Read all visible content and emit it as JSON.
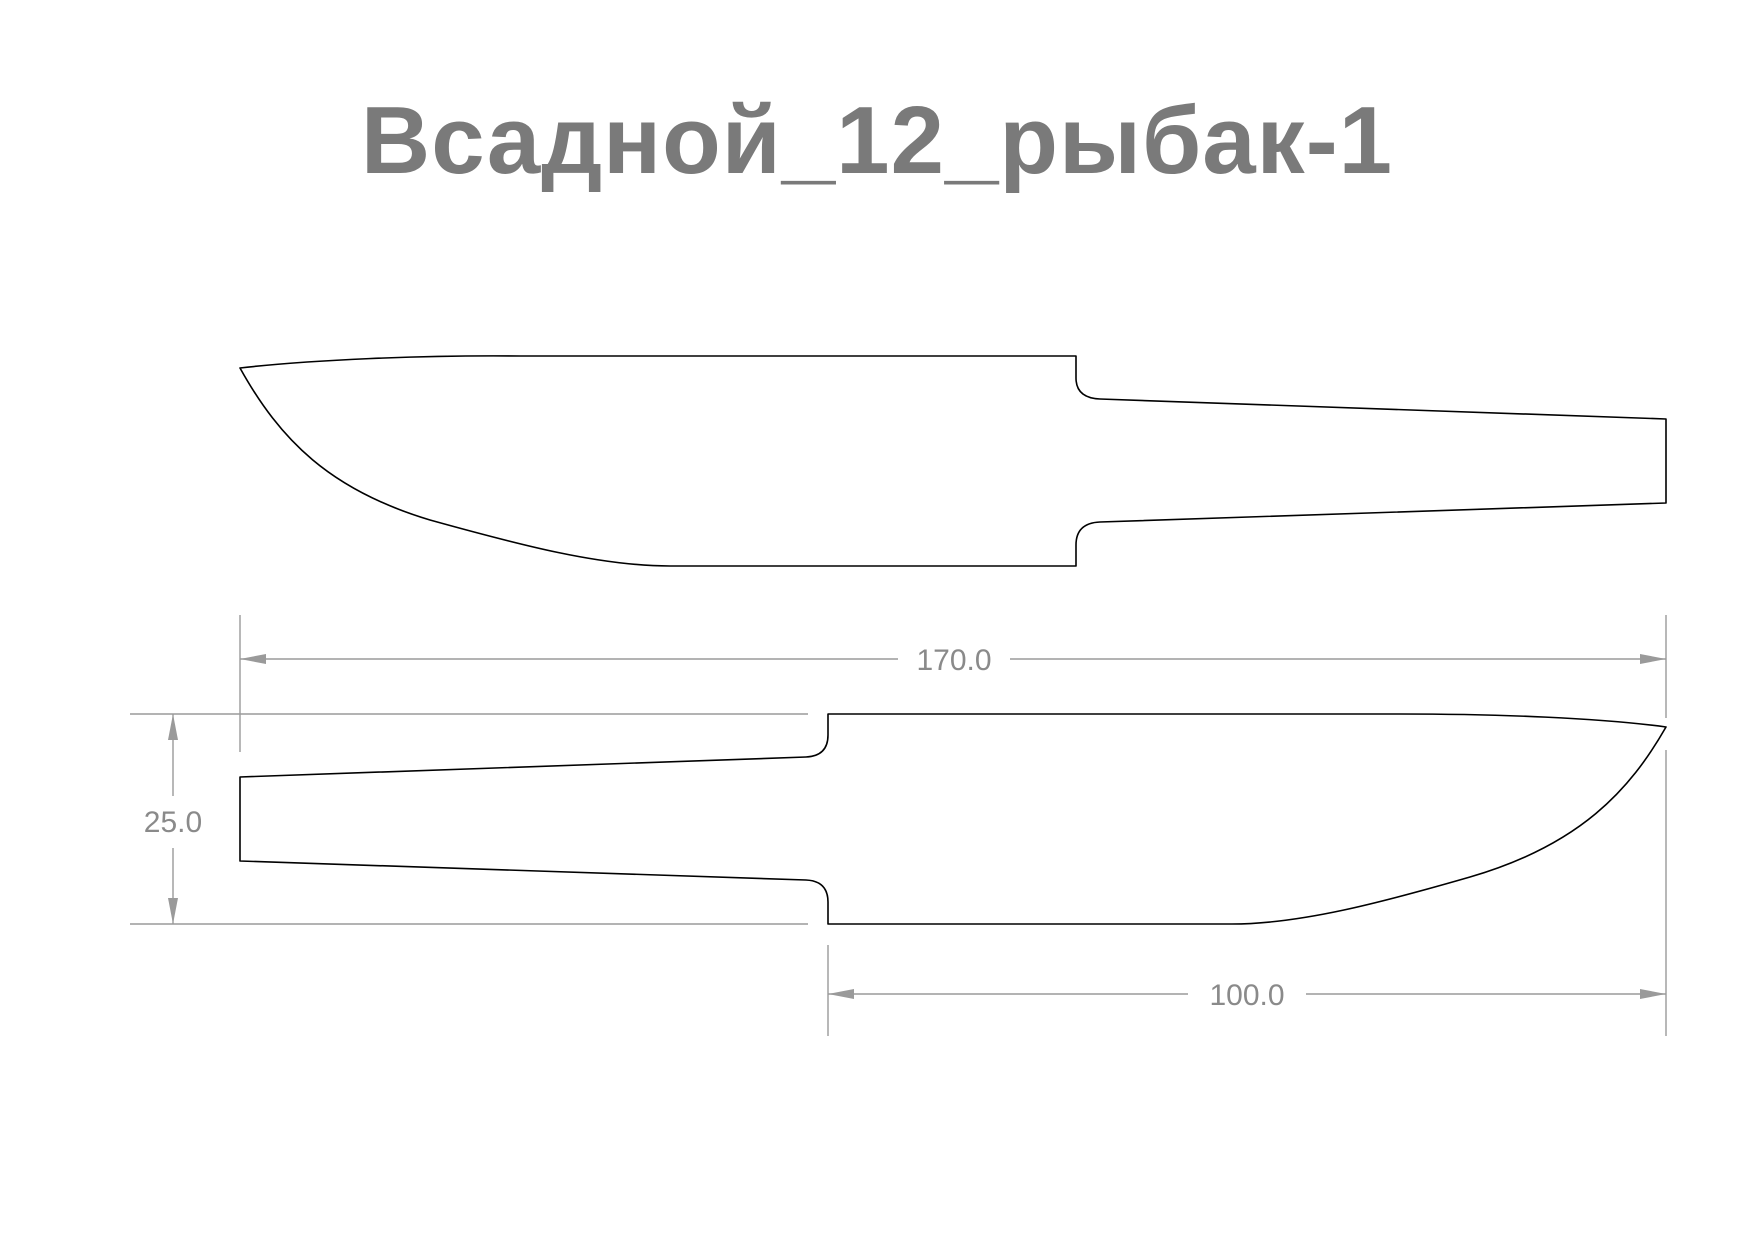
{
  "title": "Всадной_12_рыбак-1",
  "dimensions": {
    "overall_length": "170.0",
    "blade_width": "25.0",
    "blade_length": "100.0"
  },
  "colors": {
    "title": "#7a7a7a",
    "outline": "#000000",
    "dimension": "#9a9a9a"
  }
}
